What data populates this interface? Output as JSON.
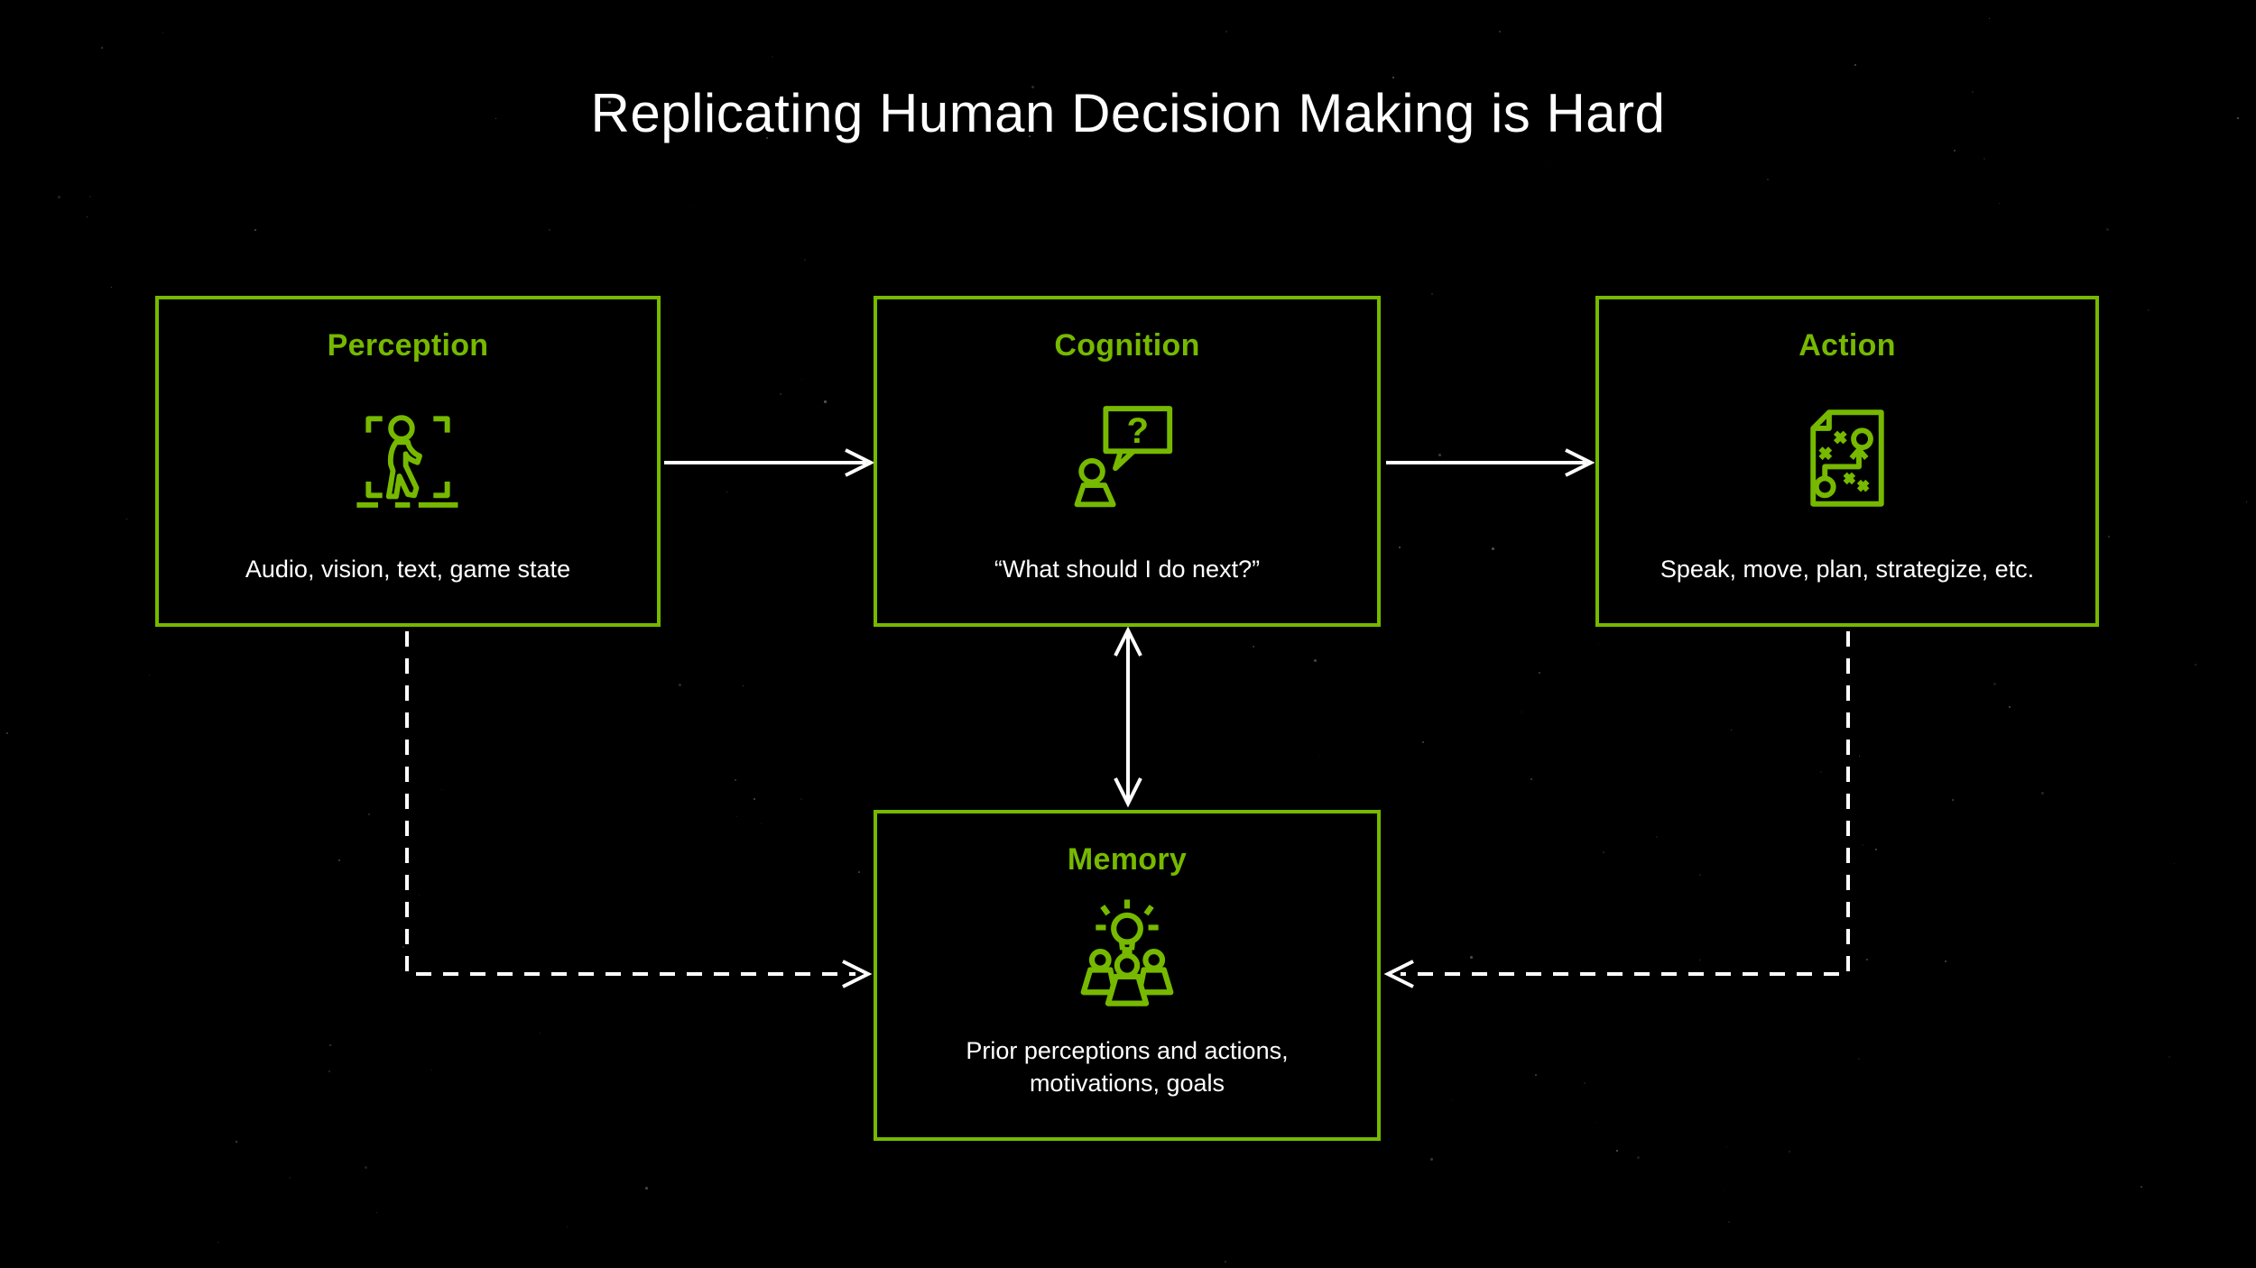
{
  "title": "Replicating Human Decision Making is Hard",
  "colors": {
    "background": "#000000",
    "accent_green": "#76B900",
    "text": "#FFFFFF",
    "connector": "#FFFFFF"
  },
  "boxes": {
    "perception": {
      "label": "Perception",
      "icon": "person-detection-icon",
      "caption": "Audio, vision, text, game state"
    },
    "cognition": {
      "label": "Cognition",
      "icon": "question-speech-bubble-icon",
      "caption": "“What should I do next?”",
      "bubble_glyph": "?"
    },
    "action": {
      "label": "Action",
      "icon": "strategy-playbook-icon",
      "caption": "Speak, move, plan, strategize, etc."
    },
    "memory": {
      "label": "Memory",
      "icon": "team-idea-icon",
      "caption": "Prior perceptions and actions, motivations, goals"
    }
  },
  "connections": [
    {
      "from": "Perception",
      "to": "Cognition",
      "style": "solid",
      "direction": "one-way"
    },
    {
      "from": "Cognition",
      "to": "Action",
      "style": "solid",
      "direction": "one-way"
    },
    {
      "from": "Cognition",
      "to": "Memory",
      "style": "solid",
      "direction": "two-way"
    },
    {
      "from": "Perception",
      "to": "Memory",
      "style": "dashed",
      "direction": "one-way"
    },
    {
      "from": "Action",
      "to": "Memory",
      "style": "dashed",
      "direction": "one-way"
    }
  ]
}
